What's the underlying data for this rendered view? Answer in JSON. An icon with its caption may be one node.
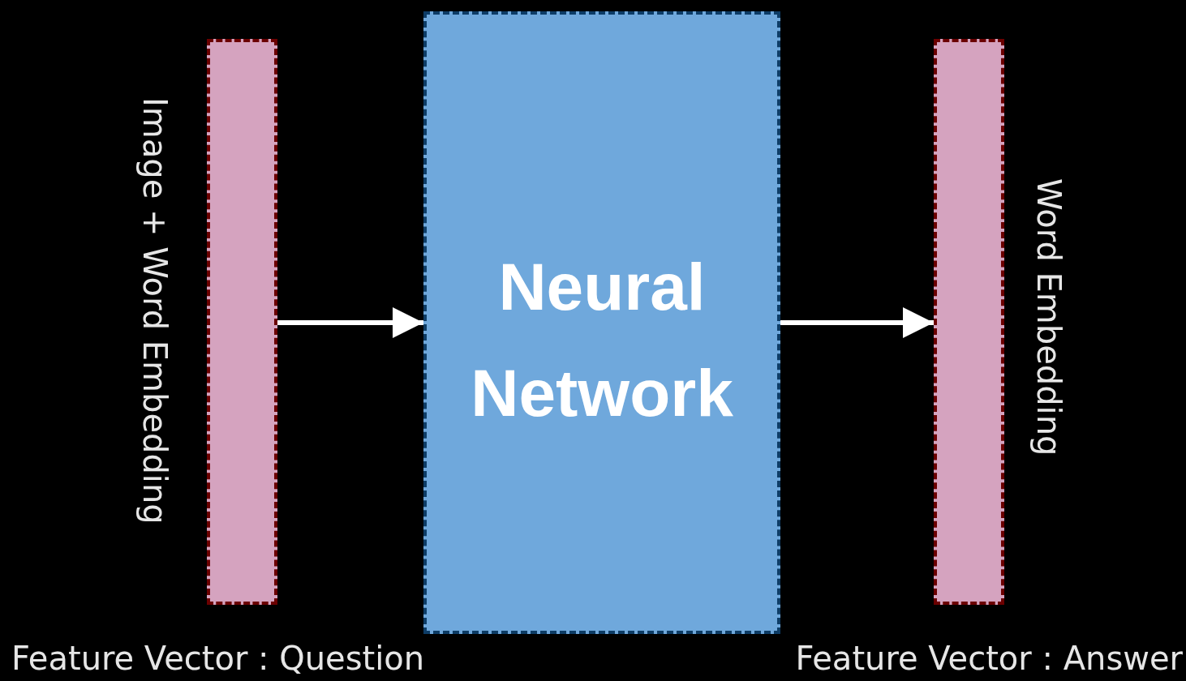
{
  "diagram": {
    "nodes": [
      {
        "text": [
          "Image + Word Embedding"
        ]
      },
      {
        "text": [
          "Neural Network"
        ]
      },
      {
        "text": [
          "Word Embedding"
        ]
      }
    ],
    "edges": [
      {
        "from": 0,
        "to": 1,
        "arrow": "to"
      },
      {
        "from": 1,
        "to": 2,
        "arrow": "to"
      }
    ],
    "labels": [
      "Feature Vector : Question",
      "Feature Vector : Answer"
    ]
  }
}
